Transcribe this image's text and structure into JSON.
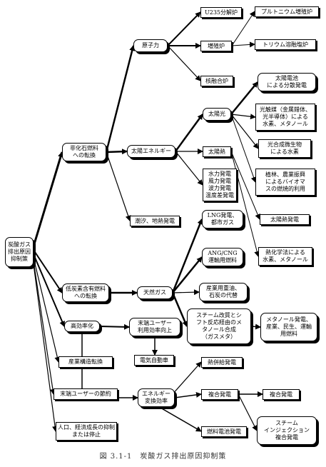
{
  "caption": "図 3.1-1　炭酸ガス排出原因抑制策",
  "nodes": {
    "root": "炭酸ガス\n排出原因\n抑制策",
    "nonfossil": "非化石燃料\nへの転換",
    "lowcarbon": "低炭素含有燃料\nへの転換",
    "efficiency": "高効率化",
    "industry": "産業構造転換",
    "saving": "末端ユーザーの節約",
    "population": "人口、経済成長の抑制\nまたは停止",
    "nuclear": "原子力",
    "u235": "U235分解炉",
    "breeder": "増殖炉",
    "plutonium": "プルトニウム増殖炉",
    "thorium": "トリウム溶融塩炉",
    "fusion": "核融合炉",
    "solar_energy": "太陽エネルギー",
    "sunlight": "太陽光",
    "pv": "太陽電池\nによる分散発電",
    "photocatalyst": "光触媒（金属錯体、\n光半導体）による\n水素、メタノール",
    "photosynth": "光合成微生物\nによる水素",
    "solarheat": "太陽熱",
    "biomass": "植林、農業振興\nによるバイオマ\nスの燃焼的利用",
    "solarthermal_power": "太陽熱発電",
    "thermochem": "熱化学法による\n水素、メタノール",
    "hydro": "水力発電\n風力発電\n波力発電\n温度差発電",
    "tidal": "潮汐、地熱発電",
    "natgas": "天然ガス",
    "lng": "LNG発電、\n都市ガス",
    "anganf": "ANG/CNG\n運輸用燃料",
    "heavyoil": "産業用重油、\n石炭の代替",
    "steamreform": "スチーム改質とシ\nフト反応経由のメ\nタノール合成\n（ガスメタ）",
    "methanol_use": "メタノール発電、\n産業、民生、運輸\n用燃料",
    "enduser_eff": "末端ユーザー\n利用効率向上",
    "ev": "電気自動車",
    "conversion": "エネルギー\n変換効率",
    "heatsupply": "熱併給発電",
    "combined1": "複合発電",
    "combined2": "複合発電",
    "fuelcell": "燃料電池発電",
    "steaminj": "スチーム\nインジェクション\n複合発電"
  }
}
